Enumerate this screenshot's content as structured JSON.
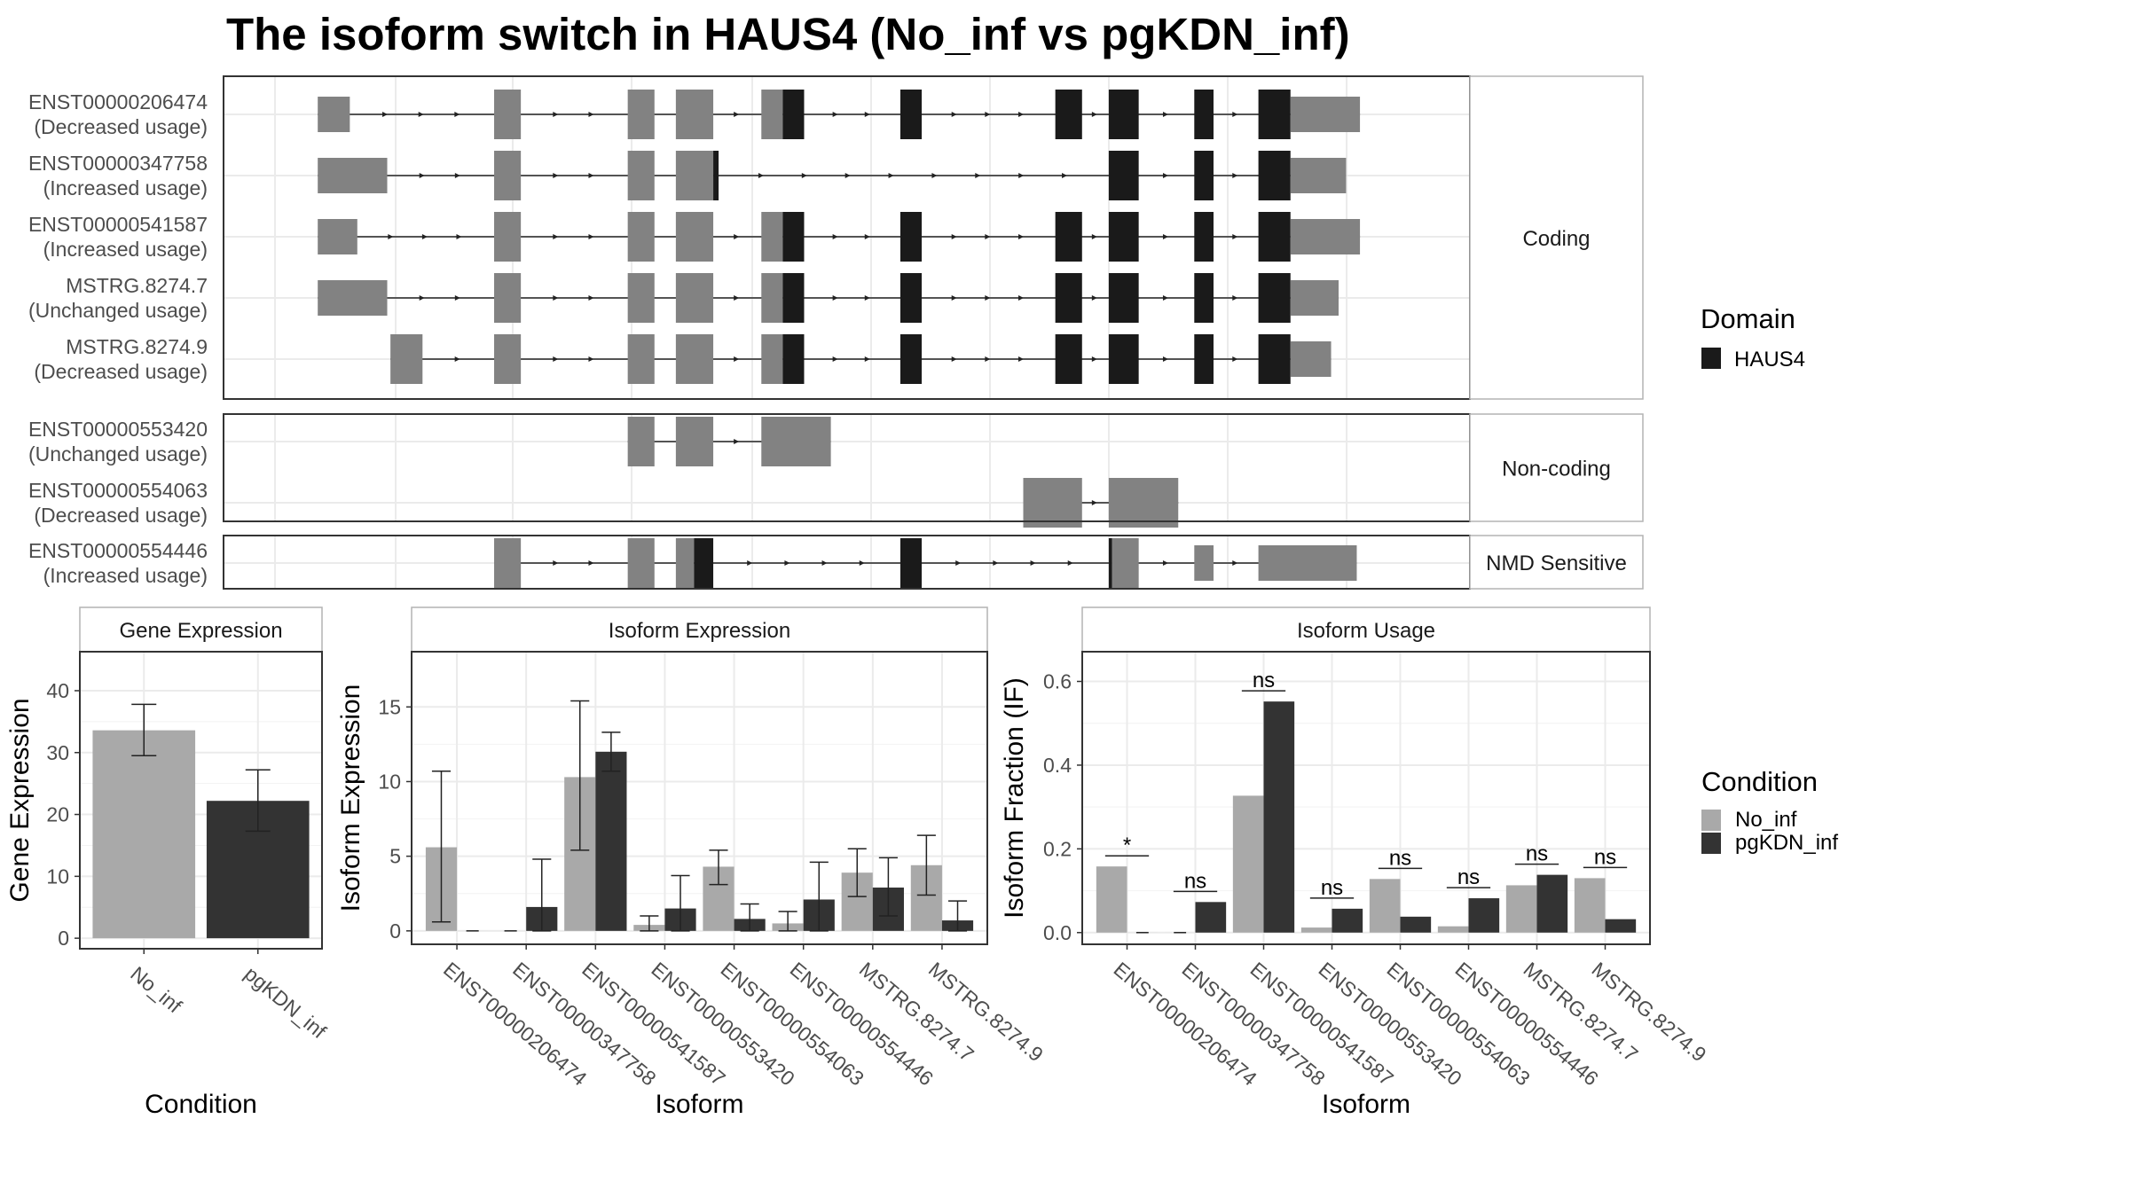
{
  "title": "The isoform switch in HAUS4 (No_inf vs pgKDN_inf)",
  "colors": {
    "utr": "#828282",
    "domain": "#1a1a1a",
    "cond1": "#a9a9a9",
    "cond2": "#333333",
    "grid": "#ebebeb",
    "strip_border": "#b3b3b3",
    "panel_border": "#333333"
  },
  "structure": {
    "xrange": [
      0,
      100
    ],
    "groups": [
      {
        "label": "Coding",
        "transcripts": [
          {
            "id": "ENST00000206474",
            "usage": "(Decreased usage)",
            "exons": [
              [
                4,
                7,
                "n"
              ],
              [
                20.5,
                23,
                "n"
              ],
              [
                33,
                35.5,
                "n"
              ],
              [
                37.5,
                41,
                "n"
              ],
              [
                45.5,
                47.5,
                "n"
              ],
              [
                47.5,
                49.5,
                "d"
              ],
              [
                58.5,
                60.5,
                "d"
              ],
              [
                73,
                75.5,
                "d"
              ],
              [
                78,
                80.8,
                "d"
              ],
              [
                86,
                87.8,
                "d"
              ],
              [
                92,
                95,
                "d"
              ],
              [
                95,
                101.5,
                "n"
              ]
            ]
          },
          {
            "id": "ENST00000347758",
            "usage": "(Increased usage)",
            "exons": [
              [
                4,
                10.5,
                "n"
              ],
              [
                20.5,
                23,
                "n"
              ],
              [
                33,
                35.5,
                "n"
              ],
              [
                37.5,
                41,
                "n"
              ],
              [
                41,
                41.5,
                "d"
              ],
              [
                78,
                80.8,
                "d"
              ],
              [
                86,
                87.8,
                "d"
              ],
              [
                92,
                95,
                "d"
              ],
              [
                95,
                100.2,
                "n"
              ]
            ]
          },
          {
            "id": "ENST00000541587",
            "usage": "(Increased usage)",
            "exons": [
              [
                4,
                7.7,
                "n"
              ],
              [
                20.5,
                23,
                "n"
              ],
              [
                33,
                35.5,
                "n"
              ],
              [
                37.5,
                41,
                "n"
              ],
              [
                45.5,
                47.5,
                "n"
              ],
              [
                47.5,
                49.5,
                "d"
              ],
              [
                58.5,
                60.5,
                "d"
              ],
              [
                73,
                75.5,
                "d"
              ],
              [
                78,
                80.8,
                "d"
              ],
              [
                86,
                87.8,
                "d"
              ],
              [
                92,
                95,
                "d"
              ],
              [
                95,
                101.5,
                "n"
              ]
            ]
          },
          {
            "id": "MSTRG.8274.7",
            "usage": "(Unchanged usage)",
            "exons": [
              [
                4,
                10.5,
                "n"
              ],
              [
                20.5,
                23,
                "n"
              ],
              [
                33,
                35.5,
                "n"
              ],
              [
                37.5,
                41,
                "n"
              ],
              [
                45.5,
                47.5,
                "n"
              ],
              [
                47.5,
                49.5,
                "d"
              ],
              [
                58.5,
                60.5,
                "d"
              ],
              [
                73,
                75.5,
                "d"
              ],
              [
                78,
                80.8,
                "d"
              ],
              [
                86,
                87.8,
                "d"
              ],
              [
                92,
                95,
                "d"
              ],
              [
                95,
                99.5,
                "n"
              ]
            ]
          },
          {
            "id": "MSTRG.8274.9",
            "usage": "(Decreased usage)",
            "exons": [
              [
                10.8,
                13.8,
                "n"
              ],
              [
                20.5,
                23,
                "n"
              ],
              [
                33,
                35.5,
                "n"
              ],
              [
                37.5,
                41,
                "n"
              ],
              [
                45.5,
                47.5,
                "n"
              ],
              [
                47.5,
                49.5,
                "d"
              ],
              [
                58.5,
                60.5,
                "d"
              ],
              [
                73,
                75.5,
                "d"
              ],
              [
                78,
                80.8,
                "d"
              ],
              [
                86,
                87.8,
                "d"
              ],
              [
                92,
                95,
                "d"
              ],
              [
                95,
                98.8,
                "n"
              ]
            ]
          }
        ]
      },
      {
        "label": "Non-coding",
        "transcripts": [
          {
            "id": "ENST00000553420",
            "usage": "(Unchanged usage)",
            "exons": [
              [
                33,
                35.5,
                "n"
              ],
              [
                37.5,
                41,
                "n"
              ],
              [
                45.5,
                52,
                "n"
              ]
            ]
          },
          {
            "id": "ENST00000554063",
            "usage": "(Decreased usage)",
            "exons": [
              [
                70,
                75.5,
                "n"
              ],
              [
                78,
                84.5,
                "n"
              ]
            ]
          }
        ]
      },
      {
        "label": "NMD Sensitive",
        "transcripts": [
          {
            "id": "ENST00000554446",
            "usage": "(Increased usage)",
            "exons": [
              [
                20.5,
                23,
                "n"
              ],
              [
                33,
                35.5,
                "n"
              ],
              [
                37.5,
                39.2,
                "n"
              ],
              [
                39.2,
                41,
                "d"
              ],
              [
                58.5,
                60.5,
                "d"
              ],
              [
                78,
                78.3,
                "d"
              ],
              [
                78.3,
                80.8,
                "n"
              ],
              [
                86,
                87.8,
                "n"
              ],
              [
                92,
                101.2,
                "n"
              ]
            ]
          }
        ]
      }
    ]
  },
  "legends": {
    "domain": {
      "title": "Domain",
      "items": [
        "HAUS4"
      ]
    },
    "condition": {
      "title": "Condition",
      "items": [
        "No_inf",
        "pgKDN_inf"
      ]
    }
  },
  "chart_data": [
    {
      "type": "bar",
      "title": "Gene Expression",
      "xlabel": "Condition",
      "ylabel": "Gene Expression",
      "categories": [
        "No_inf",
        "pgKDN_inf"
      ],
      "values": [
        33.6,
        22.2
      ],
      "error_low": [
        29.5,
        17.3
      ],
      "error_high": [
        37.8,
        27.2
      ],
      "ylim": [
        -1.7,
        46.3
      ],
      "yticks": [
        0,
        10,
        20,
        30,
        40
      ]
    },
    {
      "type": "bar",
      "title": "Isoform Expression",
      "xlabel": "Isoform",
      "ylabel": "Isoform Expression",
      "categories": [
        "ENST00000206474",
        "ENST00000347758",
        "ENST00000541587",
        "ENST00000553420",
        "ENST00000554063",
        "ENST00000554446",
        "MSTRG.8274.7",
        "MSTRG.8274.9"
      ],
      "series": [
        {
          "name": "No_inf",
          "values": [
            5.6,
            0.0,
            10.3,
            0.4,
            4.3,
            0.5,
            3.9,
            4.4
          ],
          "error_low": [
            0.6,
            0.0,
            5.4,
            0.0,
            3.1,
            0.0,
            2.3,
            2.4
          ],
          "error_high": [
            10.7,
            0.0,
            15.4,
            1.0,
            5.4,
            1.3,
            5.5,
            6.4
          ]
        },
        {
          "name": "pgKDN_inf",
          "values": [
            0.0,
            1.6,
            12.0,
            1.5,
            0.8,
            2.1,
            2.9,
            0.7
          ],
          "error_low": [
            0.0,
            0.0,
            10.7,
            0.0,
            0.0,
            0.0,
            1.0,
            0.0
          ],
          "error_high": [
            0.0,
            4.8,
            13.3,
            3.7,
            1.8,
            4.6,
            4.9,
            2.0
          ]
        }
      ],
      "ylim": [
        -0.9,
        18.7
      ],
      "yticks": [
        0,
        5,
        10,
        15
      ]
    },
    {
      "type": "bar",
      "title": "Isoform Usage",
      "xlabel": "Isoform",
      "ylabel": "Isoform Fraction (IF)",
      "categories": [
        "ENST00000206474",
        "ENST00000347758",
        "ENST00000541587",
        "ENST00000553420",
        "ENST00000554063",
        "ENST00000554446",
        "MSTRG.8274.7",
        "MSTRG.8274.9"
      ],
      "series": [
        {
          "name": "No_inf",
          "values": [
            0.158,
            0.0,
            0.327,
            0.012,
            0.128,
            0.015,
            0.113,
            0.13
          ]
        },
        {
          "name": "pgKDN_inf",
          "values": [
            0.0,
            0.073,
            0.552,
            0.057,
            0.038,
            0.082,
            0.138,
            0.032
          ]
        }
      ],
      "significance": [
        "*",
        "ns",
        "ns",
        "ns",
        "ns",
        "ns",
        "ns",
        "ns"
      ],
      "ylim": [
        -0.028,
        0.671
      ],
      "yticks": [
        0.0,
        0.2,
        0.4,
        0.6
      ],
      "ytick_labels": [
        "0.0",
        "0.2",
        "0.4",
        "0.6"
      ]
    }
  ]
}
